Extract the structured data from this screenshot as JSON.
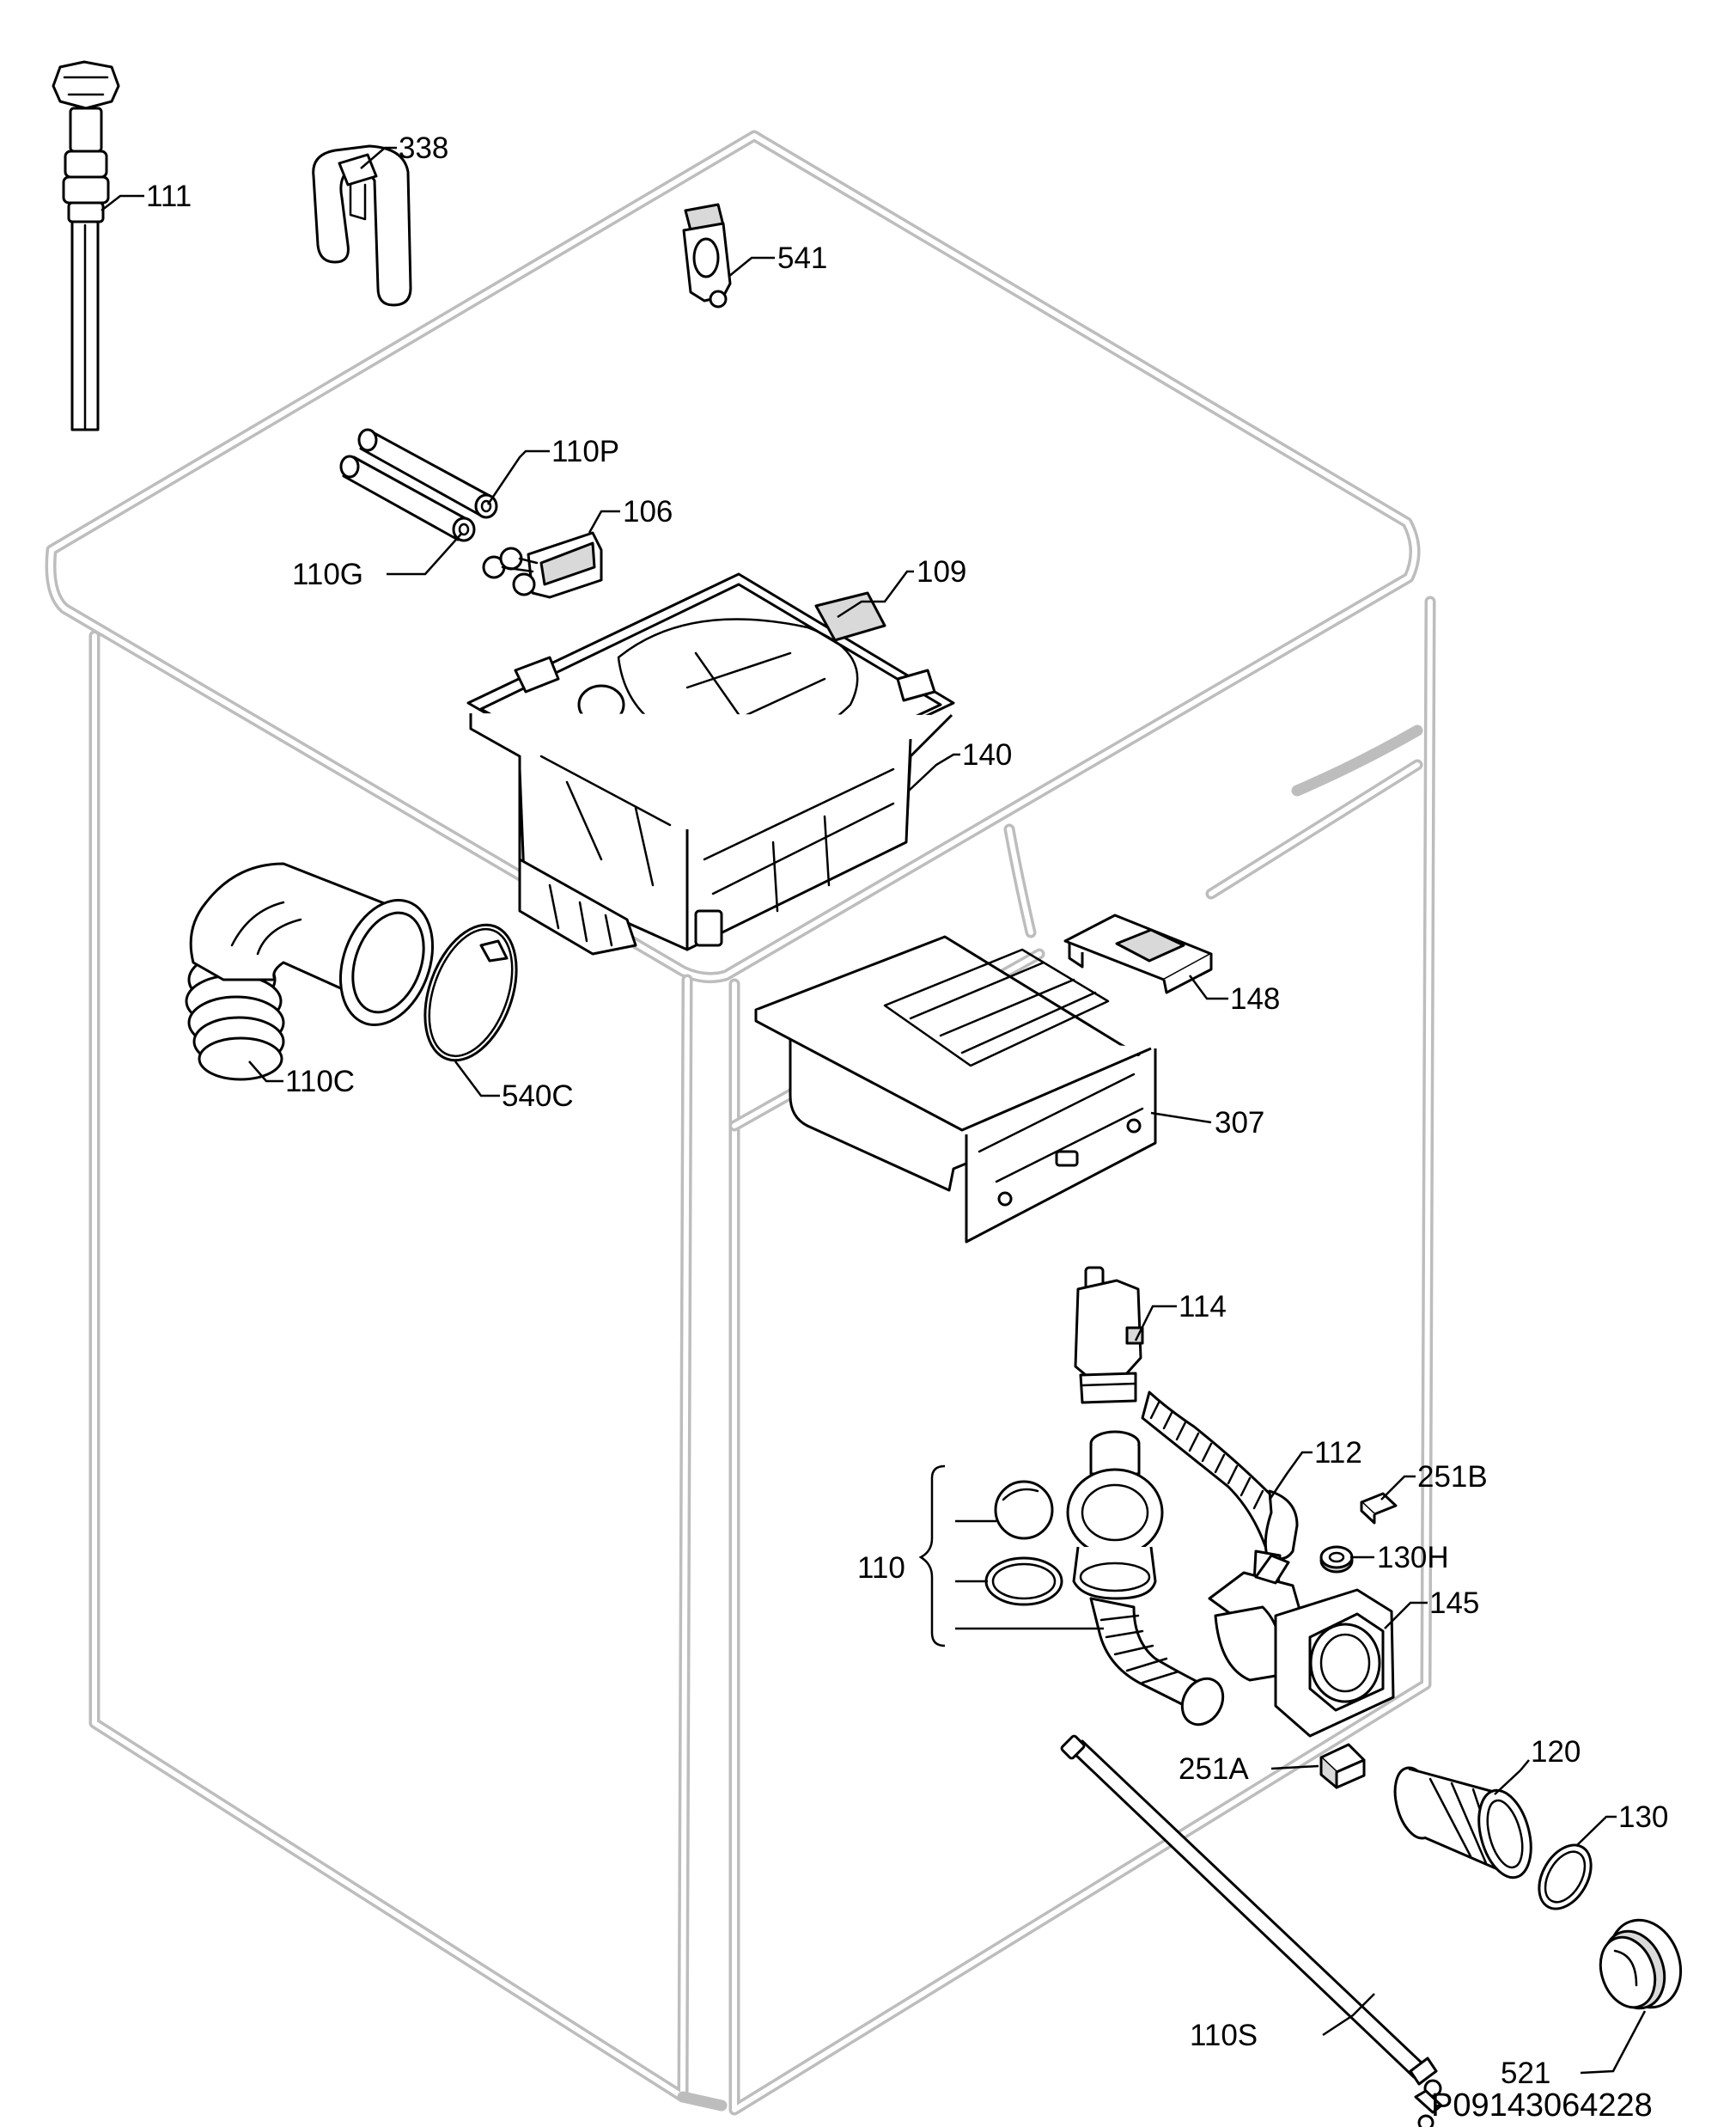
{
  "drawing": {
    "reference": "P09143064228"
  },
  "labels": {
    "l111": "111",
    "l338": "338",
    "l541": "541",
    "l110P": "110P",
    "l106": "106",
    "l110G": "110G",
    "l109": "109",
    "l140": "140",
    "l110C": "110C",
    "l540C": "540C",
    "l148": "148",
    "l307": "307",
    "l114": "114",
    "l112": "112",
    "l251B": "251B",
    "l110": "110",
    "l130H": "130H",
    "l145": "145",
    "l251A": "251A",
    "l120": "120",
    "l130": "130",
    "l110S": "110S",
    "l521": "521"
  },
  "colors": {
    "cabinet_outline": "#bdbdbd",
    "part_line": "#000000",
    "background": "#ffffff"
  }
}
